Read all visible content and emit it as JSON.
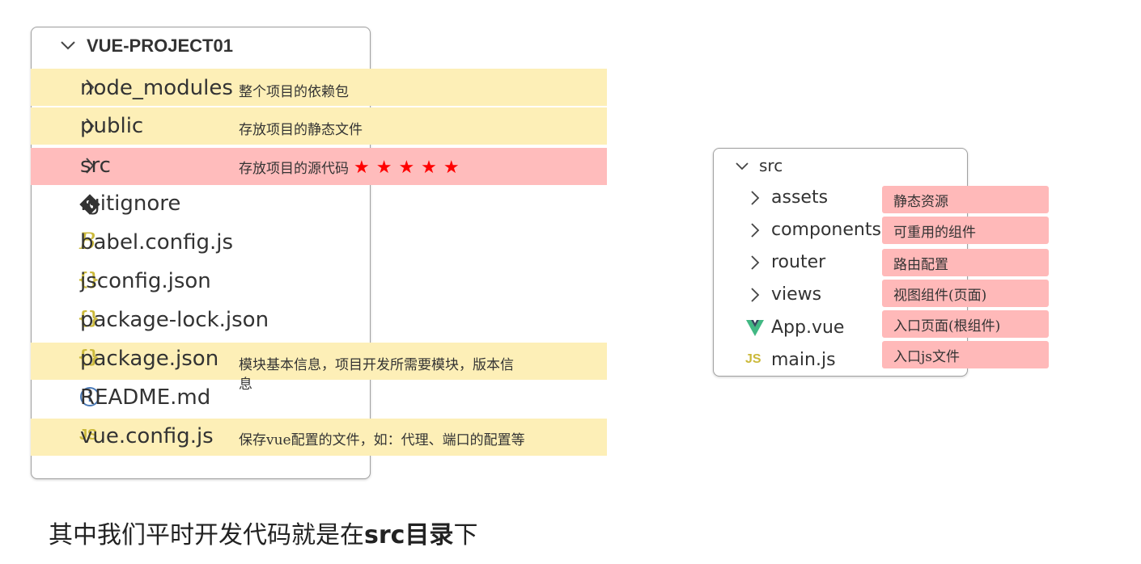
{
  "explorer": {
    "root_label": "VUE-PROJECT01",
    "items": [
      {
        "name": "node_modules",
        "note": "整个项目的依赖包",
        "kind": "folder"
      },
      {
        "name": "public",
        "note": "存放项目的静态文件",
        "kind": "folder"
      },
      {
        "name": "src",
        "note": "存放项目的源代码",
        "stars": "★★★★★",
        "kind": "folder"
      },
      {
        "name": ".gitignore",
        "kind": "file"
      },
      {
        "name": "babel.config.js",
        "kind": "file"
      },
      {
        "name": "jsconfig.json",
        "kind": "file"
      },
      {
        "name": "package-lock.json",
        "kind": "file"
      },
      {
        "name": "package.json",
        "note": "模块基本信息，项目开发所需要模块，版本信",
        "note2": "息",
        "kind": "file"
      },
      {
        "name": "README.md",
        "kind": "file"
      },
      {
        "name": "vue.config.js",
        "note": "保存vue配置的文件，如：代理、端口的配置等",
        "kind": "file"
      }
    ]
  },
  "src_tree": {
    "root_label": "src",
    "items": [
      {
        "name": "assets",
        "note": "静态资源"
      },
      {
        "name": "components",
        "note": "可重用的组件"
      },
      {
        "name": "router",
        "note": "路由配置"
      },
      {
        "name": "views",
        "note": "视图组件(页面)"
      },
      {
        "name": "App.vue",
        "note": "入口页面(根组件)"
      },
      {
        "name": "main.js",
        "note": "入口js文件"
      }
    ]
  },
  "caption": {
    "part1": "其中我们平时开发代码就是在",
    "bold": "src目录",
    "part2": "下"
  },
  "colors": {
    "yellow_highlight": "#fdefb7",
    "pink_highlight": "#ffbcbc",
    "star": "#ff0000",
    "js_icon": "#cbb93a",
    "json_icon": "#cbb93a",
    "vue_icon": "#41b883"
  },
  "icons": {
    "chevron_right": "chevron-right-icon",
    "chevron_down": "chevron-down-icon",
    "git": "git-icon",
    "babel": "babel-icon",
    "json": "json-braces-icon",
    "info": "info-icon",
    "js": "js-icon",
    "vue": "vue-icon"
  }
}
